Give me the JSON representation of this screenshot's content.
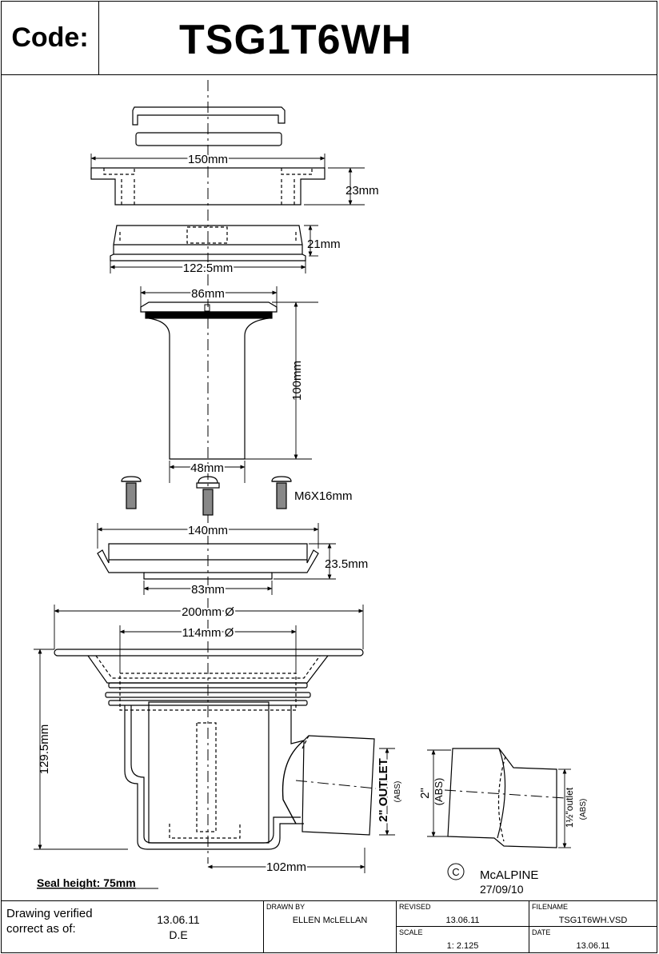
{
  "header": {
    "code_label": "Code:",
    "product_code": "TSG1T6WH"
  },
  "dimensions": {
    "d150": "150mm",
    "d23": "23mm",
    "d21": "21mm",
    "d122": "122.5mm",
    "d86": "86mm",
    "d100": "100mm",
    "d48": "48mm",
    "screw": "M6X16mm",
    "d140": "140mm",
    "d23_5": "23.5mm",
    "d83": "83mm",
    "d200": "200mm Ø",
    "d114": "114mm Ø",
    "d129": "129.5mm",
    "d102": "102mm",
    "outlet2": "2\" OUTLET",
    "abs1": "(ABS)",
    "in2": "2\"",
    "abs2": "(ABS)",
    "outlet15": "1½\"outlet",
    "abs3": "(ABS)"
  },
  "notes": {
    "seal_height": "Seal height: 75mm",
    "copyright_symbol": "C",
    "company": "McALPINE",
    "drawing_date": "27/09/10"
  },
  "footer": {
    "verified_line1": "Drawing verified",
    "verified_line2": "correct as of:",
    "verified_date": "13.06.11",
    "verified_by": "D.E",
    "drawn_by_label": "DRAWN BY",
    "drawn_by": "ELLEN McLELLAN",
    "revised_label": "REVISED",
    "revised": "13.06.11",
    "scale_label": "SCALE",
    "scale": "1: 2.125",
    "filename_label": "FILENAME",
    "filename": "TSG1T6WH.VSD",
    "date_label": "DATE",
    "date": "13.06.11"
  }
}
